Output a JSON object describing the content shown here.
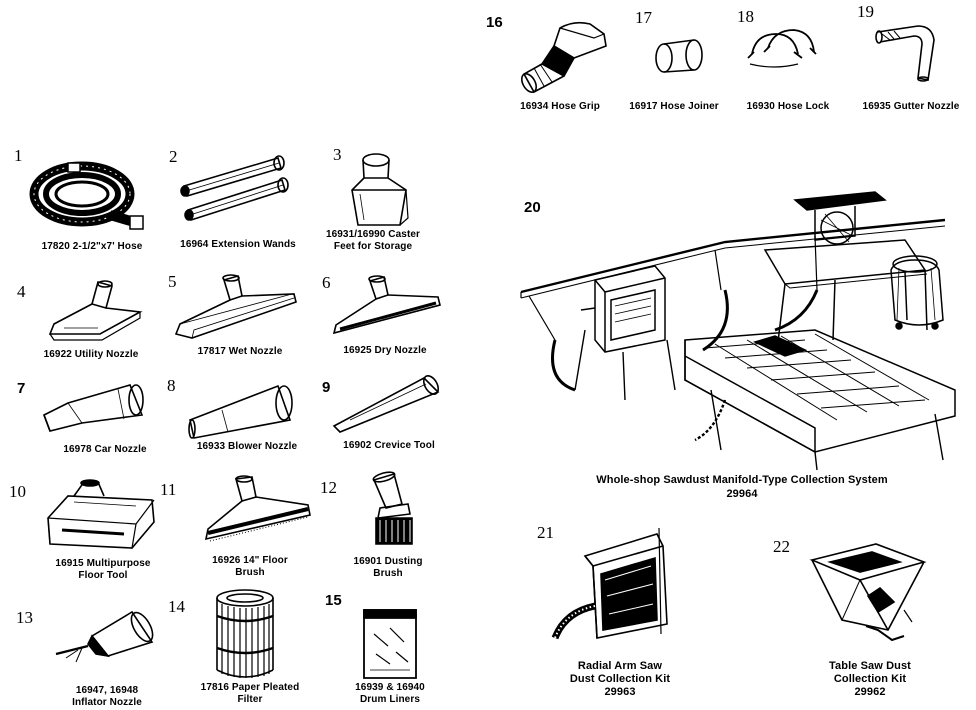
{
  "parts": [
    {
      "number": "1",
      "lines": [
        "17820 2-1/2\"x7' Hose"
      ]
    },
    {
      "number": "2",
      "lines": [
        "16964 Extension Wands"
      ]
    },
    {
      "number": "3",
      "lines": [
        "16931/16990 Caster",
        "Feet for Storage"
      ]
    },
    {
      "number": "4",
      "lines": [
        "16922 Utility Nozzle"
      ]
    },
    {
      "number": "5",
      "lines": [
        "17817 Wet Nozzle"
      ]
    },
    {
      "number": "6",
      "lines": [
        "16925 Dry Nozzle"
      ]
    },
    {
      "number": "7",
      "lines": [
        "16978 Car Nozzle"
      ]
    },
    {
      "number": "8",
      "lines": [
        "16933 Blower Nozzle"
      ]
    },
    {
      "number": "9",
      "lines": [
        "16902 Crevice Tool"
      ]
    },
    {
      "number": "10",
      "lines": [
        "16915 Multipurpose",
        "Floor Tool"
      ]
    },
    {
      "number": "11",
      "lines": [
        "16926 14\" Floor",
        "Brush"
      ]
    },
    {
      "number": "12",
      "lines": [
        "16901 Dusting",
        "Brush"
      ]
    },
    {
      "number": "13",
      "lines": [
        "16947, 16948",
        "Inflator Nozzle"
      ]
    },
    {
      "number": "14",
      "lines": [
        "17816 Paper Pleated",
        "Filter"
      ]
    },
    {
      "number": "15",
      "lines": [
        "16939 & 16940",
        "Drum Liners"
      ]
    },
    {
      "number": "16",
      "lines": [
        "16934 Hose Grip"
      ]
    },
    {
      "number": "17",
      "lines": [
        "16917 Hose Joiner"
      ]
    },
    {
      "number": "18",
      "lines": [
        "16930 Hose Lock"
      ]
    },
    {
      "number": "19",
      "lines": [
        "16935 Gutter Nozzle"
      ]
    },
    {
      "number": "20",
      "lines": [
        "Whole-shop Sawdust Manifold-Type Collection System",
        "29964"
      ]
    },
    {
      "number": "21",
      "lines": [
        "Radial Arm Saw",
        "Dust Collection Kit",
        "29963"
      ]
    },
    {
      "number": "22",
      "lines": [
        "Table Saw Dust",
        "Collection Kit",
        "29962"
      ]
    }
  ]
}
